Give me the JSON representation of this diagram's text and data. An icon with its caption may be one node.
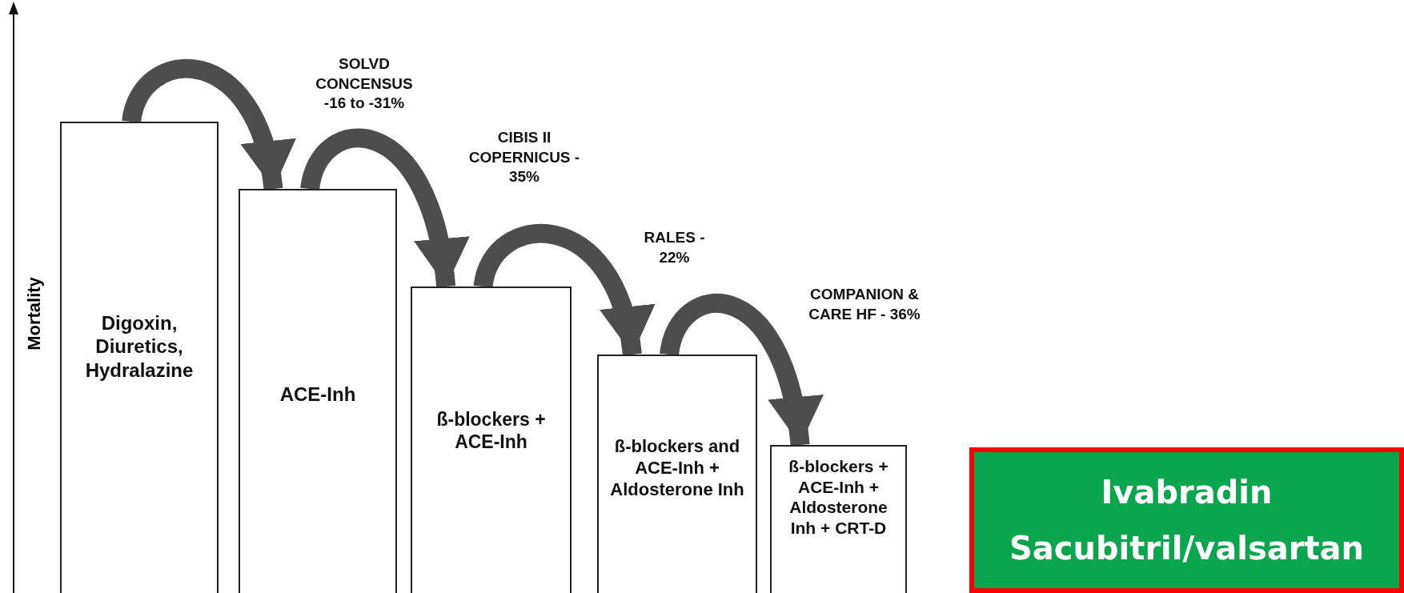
{
  "diagram": {
    "nodes": [
      {
        "text": [
          "Digoxin, Diuretics, Hydralazine"
        ]
      },
      {
        "text": [
          "ACE-Inh"
        ]
      },
      {
        "text": [
          "ß-blockers + ACE-Inh"
        ]
      },
      {
        "text": [
          "ß-blockers and ACE-Inh + Aldosterone Inh"
        ]
      },
      {
        "text": [
          "ß-blockers + ACE-Inh + Aldosterone Inh + CRT-D"
        ]
      },
      {
        "text": [
          "Ivabradin",
          "Sacubitril/valsartan"
        ]
      }
    ],
    "edges": [
      {
        "from": 0,
        "to": 1,
        "arrow": "to",
        "label": "SOLVD CONCENSUS -16 to -31%"
      },
      {
        "from": 1,
        "to": 2,
        "arrow": "to",
        "label": "CIBIS II COPERNICUS - 35%"
      },
      {
        "from": 2,
        "to": 3,
        "arrow": "to",
        "label": "RALES - 22%"
      },
      {
        "from": 3,
        "to": 4,
        "arrow": "to",
        "label": "COMPANION & CARE HF - 36%"
      }
    ],
    "labels": [
      "Mortality"
    ]
  }
}
